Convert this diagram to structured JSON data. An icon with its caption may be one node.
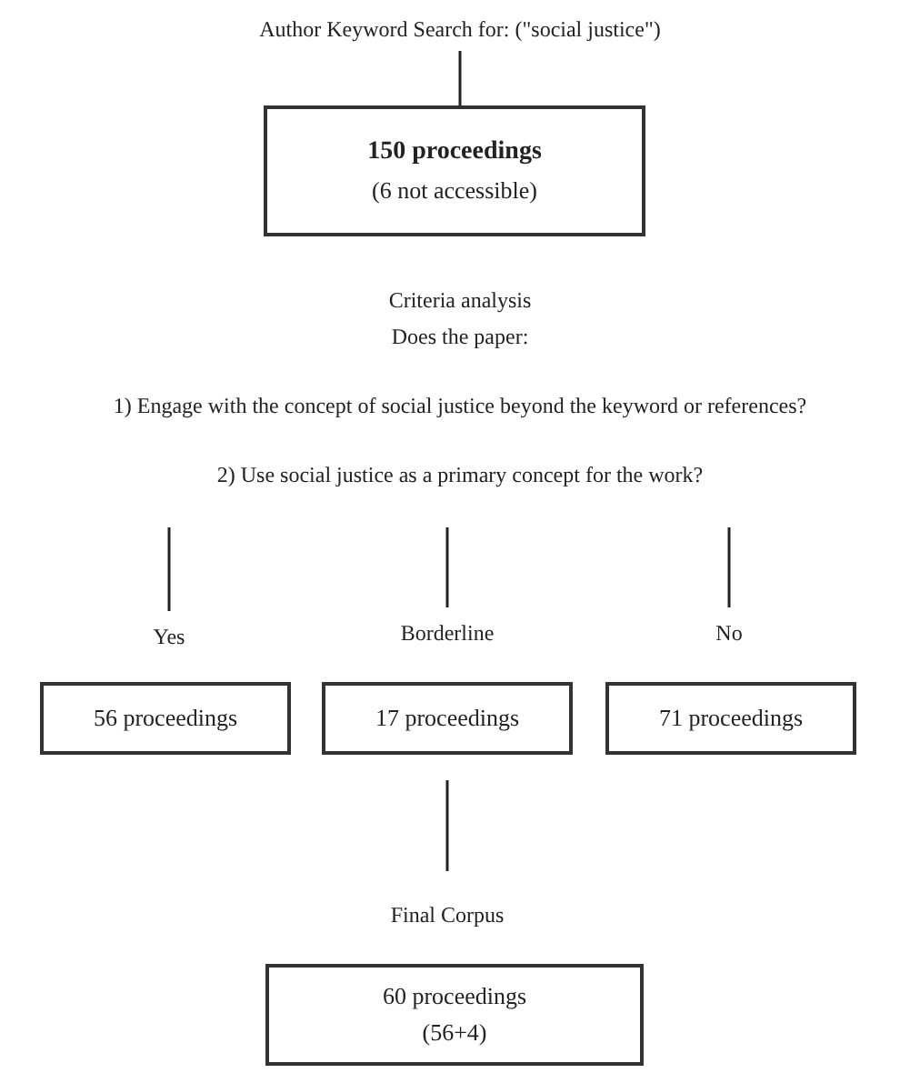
{
  "diagram": {
    "nodes": [
      {
        "text": [
          "Author Keyword Search for: (\"social justice\")"
        ]
      },
      {
        "text": [
          "150 proceedings",
          "(6 not accessible)"
        ]
      },
      {
        "text": [
          "Yes"
        ]
      },
      {
        "text": [
          "Borderline"
        ]
      },
      {
        "text": [
          "No"
        ]
      },
      {
        "text": [
          "56 proceedings"
        ]
      },
      {
        "text": [
          "17 proceedings"
        ]
      },
      {
        "text": [
          "71 proceedings"
        ]
      },
      {
        "text": [
          "Final Corpus"
        ]
      },
      {
        "text": [
          "60 proceedings",
          "(56+4)"
        ]
      }
    ],
    "edges": [
      {
        "from": 0,
        "to": 1,
        "arrow": "none"
      },
      {
        "from": null,
        "to": 2,
        "arrow": "none"
      },
      {
        "from": null,
        "to": 3,
        "arrow": "none"
      },
      {
        "from": null,
        "to": 4,
        "arrow": "none"
      },
      {
        "from": 6,
        "to": 8,
        "arrow": "none"
      }
    ],
    "labels": [
      "Criteria analysis",
      "Does the paper:",
      "1) Engage with the concept of social justice beyond the keyword or references?",
      "2) Use social justice as a primary concept for the work?"
    ]
  }
}
